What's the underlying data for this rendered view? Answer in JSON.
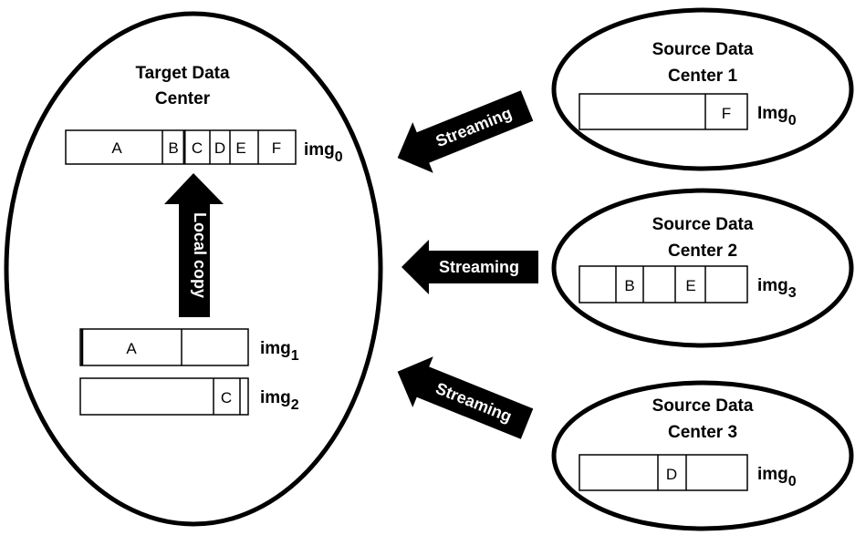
{
  "target": {
    "title_line1": "Target Data",
    "title_line2": "Center",
    "result_image": {
      "cells": [
        "A",
        "B",
        "C",
        "D",
        "E",
        "F"
      ],
      "name": "img",
      "sub": "0"
    },
    "local_copy_label": "Local copy",
    "local_images": [
      {
        "cells": [
          "A",
          ""
        ],
        "name": "img",
        "sub": "1"
      },
      {
        "cells": [
          "",
          "C",
          ""
        ],
        "name": "img",
        "sub": "2"
      }
    ]
  },
  "sources": [
    {
      "title_line1": "Source Data",
      "title_line2": "Center 1",
      "image": {
        "cells": [
          "",
          "F"
        ],
        "name": "Img",
        "sub": "0"
      },
      "arrow_label": "Streaming"
    },
    {
      "title_line1": "Source Data",
      "title_line2": "Center 2",
      "image": {
        "cells": [
          "",
          "B",
          "",
          "E",
          ""
        ],
        "name": "img",
        "sub": "3"
      },
      "arrow_label": "Streaming"
    },
    {
      "title_line1": "Source Data",
      "title_line2": "Center 3",
      "image": {
        "cells": [
          "",
          "D",
          ""
        ],
        "name": "img",
        "sub": "0"
      },
      "arrow_label": "Streaming"
    }
  ]
}
